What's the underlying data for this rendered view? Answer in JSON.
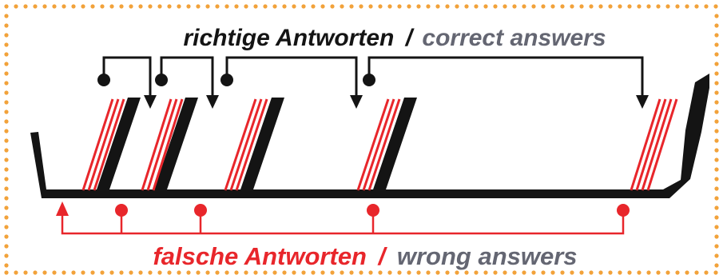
{
  "colors": {
    "border": "#F2A23A",
    "correct": "#141414",
    "correct_translation": "#646672",
    "wrong": "#E8262B",
    "wrong_translation": "#646672",
    "slash_wrong": "#E8262B",
    "slash_correct": "#141414"
  },
  "correct_label": {
    "german": "richtige Antworten",
    "slash": "/",
    "english": "correct answers"
  },
  "wrong_label": {
    "german": "falsche Antworten",
    "slash": "/",
    "english": "wrong answers"
  },
  "icons": [
    "dot-arrow-connector-icon",
    "arrow-down-icon",
    "arrow-up-icon"
  ]
}
